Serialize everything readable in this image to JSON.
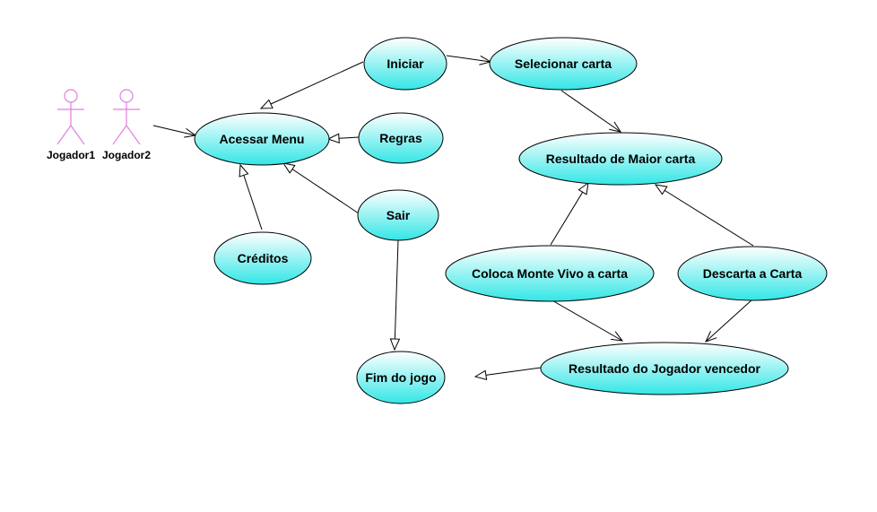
{
  "colors": {
    "usecase_top": "#ffffff",
    "usecase_bottom": "#33e6e6",
    "usecase_stroke": "#000000",
    "actor": "#e080e0",
    "edge": "#000000"
  },
  "actors": [
    {
      "id": "jogador1",
      "label": "Jogador1"
    },
    {
      "id": "jogador2",
      "label": "Jogador2"
    }
  ],
  "use_cases": [
    {
      "id": "acessar_menu",
      "label": "Acessar Menu"
    },
    {
      "id": "iniciar",
      "label": "Iniciar"
    },
    {
      "id": "regras",
      "label": "Regras"
    },
    {
      "id": "sair",
      "label": "Sair"
    },
    {
      "id": "creditos",
      "label": "Créditos"
    },
    {
      "id": "selecionar_carta",
      "label": "Selecionar carta"
    },
    {
      "id": "resultado_maior_carta",
      "label": "Resultado de Maior carta"
    },
    {
      "id": "coloca_monte_vivo",
      "label": "Coloca Monte Vivo a carta"
    },
    {
      "id": "descarta_carta",
      "label": "Descarta a Carta"
    },
    {
      "id": "resultado_vencedor",
      "label": "Resultado do Jogador vencedor"
    },
    {
      "id": "fim_do_jogo",
      "label": "Fim do jogo"
    }
  ],
  "relations": [
    {
      "from": "jogador2",
      "to": "acessar_menu",
      "kind": "open-arrow"
    },
    {
      "from": "iniciar",
      "to": "acessar_menu",
      "kind": "triangle"
    },
    {
      "from": "regras",
      "to": "acessar_menu",
      "kind": "triangle"
    },
    {
      "from": "sair",
      "to": "acessar_menu",
      "kind": "triangle"
    },
    {
      "from": "creditos",
      "to": "acessar_menu",
      "kind": "triangle"
    },
    {
      "from": "iniciar",
      "to": "selecionar_carta",
      "kind": "open-arrow"
    },
    {
      "from": "selecionar_carta",
      "to": "resultado_maior_carta",
      "kind": "open-arrow"
    },
    {
      "from": "coloca_monte_vivo",
      "to": "resultado_maior_carta",
      "kind": "triangle"
    },
    {
      "from": "descarta_carta",
      "to": "resultado_maior_carta",
      "kind": "triangle"
    },
    {
      "from": "coloca_monte_vivo",
      "to": "resultado_vencedor",
      "kind": "open-arrow"
    },
    {
      "from": "descarta_carta",
      "to": "resultado_vencedor",
      "kind": "open-arrow"
    },
    {
      "from": "resultado_vencedor",
      "to": "fim_do_jogo",
      "kind": "triangle"
    },
    {
      "from": "sair",
      "to": "fim_do_jogo",
      "kind": "triangle"
    }
  ]
}
